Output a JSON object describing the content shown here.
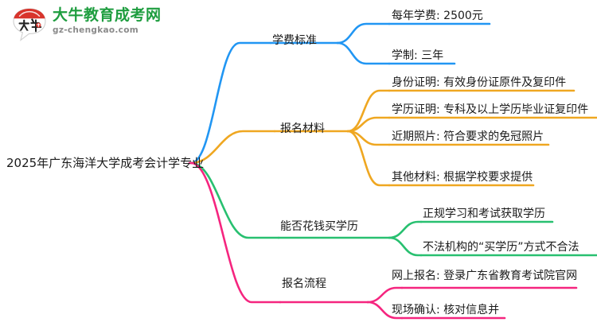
{
  "logo": {
    "mark_text": "大牛",
    "brand_cn": "大牛教育成考网",
    "brand_en": "gz-chengkao.com",
    "brand_color": "#1e9d3f",
    "mark_color": "#d8342c"
  },
  "mindmap": {
    "root": {
      "label": "2025年广东海洋大学成考会计学专业"
    },
    "branches": [
      {
        "label": "学费标准",
        "color": "#2196f3",
        "children": [
          {
            "label": "每年学费: 2500元"
          },
          {
            "label": "学制: 三年"
          }
        ]
      },
      {
        "label": "报名材料",
        "color": "#efa721",
        "children": [
          {
            "label": "身份证明: 有效身份证原件及复印件"
          },
          {
            "label": "学历证明: 专科及以上学历毕业证复印件"
          },
          {
            "label": "近期照片: 符合要求的免冠照片"
          },
          {
            "label": "其他材料: 根据学校要求提供"
          }
        ]
      },
      {
        "label": "能否花钱买学历",
        "color": "#28c070",
        "children": [
          {
            "label": "正规学习和考试获取学历"
          },
          {
            "label": "不法机构的“买学历”方式不合法"
          }
        ]
      },
      {
        "label": "报名流程",
        "color": "#f5257f",
        "children": [
          {
            "label": "网上报名: 登录广东省教育考试院官网"
          },
          {
            "label": "现场确认: 核对信息并"
          }
        ]
      }
    ]
  }
}
